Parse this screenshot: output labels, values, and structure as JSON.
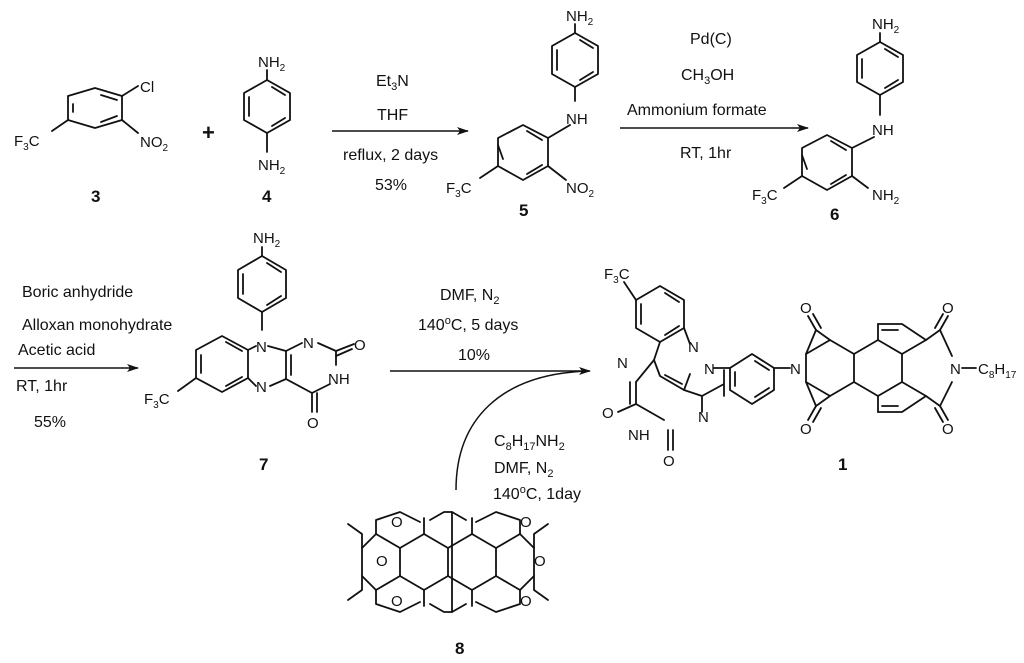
{
  "compounds": {
    "c3": "3",
    "c4": "4",
    "c5": "5",
    "c6": "6",
    "c7": "7",
    "c8": "8",
    "c1": "1"
  },
  "atoms": {
    "nh2": "NH",
    "nh2_sub": "2",
    "nh": "NH",
    "cl": "Cl",
    "no2": "NO",
    "no2_sub": "2",
    "f3c_f": "F",
    "f3c_sub": "3",
    "f3c_c": "C",
    "n": "N",
    "o": "O",
    "c8_c": "C",
    "c8_sub1": "8",
    "c8_h": "H",
    "c8_sub2": "17"
  },
  "plus": "+",
  "step1": {
    "reagent1_a": "Et",
    "reagent1_sub": "3",
    "reagent1_b": "N",
    "reagent2": "THF",
    "cond1": "reflux, 2 days",
    "yield": "53%"
  },
  "step2": {
    "reagent1": "Pd(C)",
    "reagent2_a": "CH",
    "reagent2_sub": "3",
    "reagent2_b": "OH",
    "reagent3": "Ammonium formate",
    "cond1": "RT, 1hr"
  },
  "step3": {
    "reagent1": "Boric anhydride",
    "reagent2": "Alloxan monohydrate",
    "reagent3": "Acetic acid",
    "cond1": "RT, 1hr",
    "yield": "55%"
  },
  "step4": {
    "reagent1": "DMF, N",
    "reagent1_sub": "2",
    "cond1_a": "140",
    "cond1_sup": "o",
    "cond1_b": "C, 5 days",
    "yield": "10%"
  },
  "step5": {
    "reagent1_a": "C",
    "reagent1_sub1": "8",
    "reagent1_b": "H",
    "reagent1_sub2": "17",
    "reagent1_c": "NH",
    "reagent1_sub3": "2",
    "reagent2": "DMF, N",
    "reagent2_sub": "2",
    "cond1_a": "140",
    "cond1_sup": "o",
    "cond1_b": "C, 1day"
  }
}
